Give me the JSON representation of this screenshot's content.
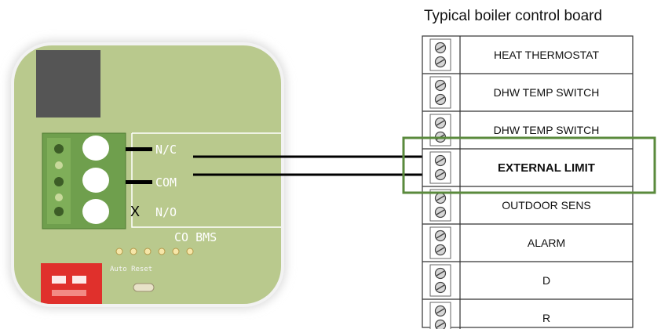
{
  "board": {
    "title": "Typical boiler control board",
    "terminals": [
      {
        "label": "HEAT THERMOSTAT",
        "emphasized": false
      },
      {
        "label": "DHW TEMP SWITCH",
        "emphasized": false
      },
      {
        "label": "DHW TEMP SWITCH",
        "emphasized": false
      },
      {
        "label": "EXTERNAL LIMIT",
        "emphasized": true
      },
      {
        "label": "OUTDOOR SENS",
        "emphasized": false
      },
      {
        "label": "ALARM",
        "emphasized": false
      },
      {
        "label": "D",
        "emphasized": false
      },
      {
        "label": "R",
        "emphasized": false
      }
    ],
    "highlight_color": "#5a8a3c"
  },
  "device": {
    "terminal_labels": [
      "N/C",
      "COM",
      "N/O"
    ],
    "unused_mark": "X",
    "co_bms_label": "CO BMS",
    "auto_reset_label": "Auto Reset",
    "pcb_color": "#b8c98c",
    "block_color": "#6e9e4c",
    "switch_color": "#e0302c"
  },
  "colors": {
    "wire": "#000000",
    "frame": "#eeeeee"
  }
}
